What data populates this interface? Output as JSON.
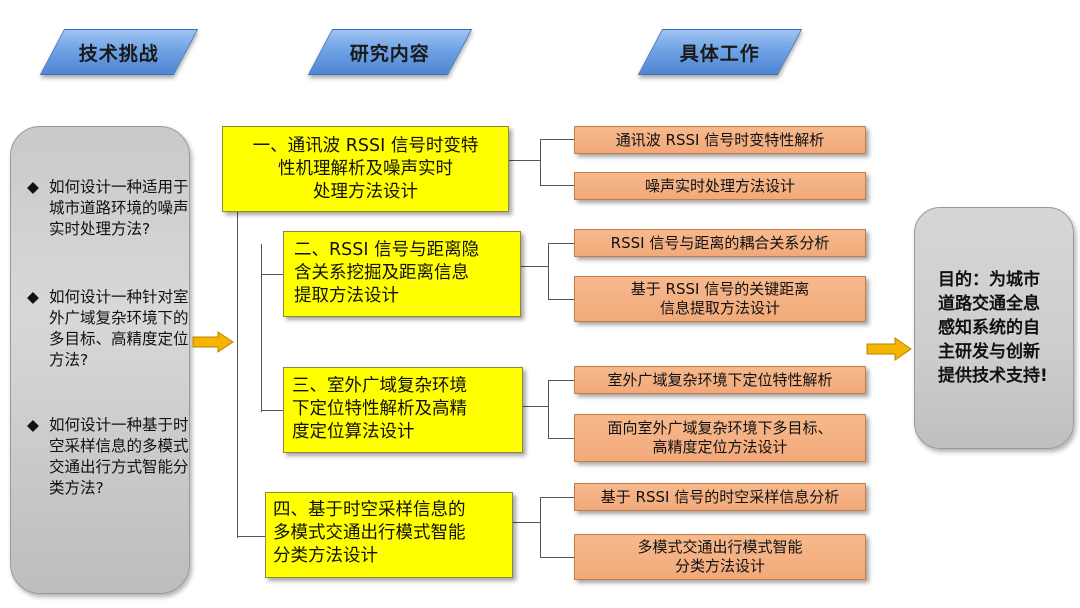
{
  "headers": {
    "challenges": "技术挑战",
    "research": "研究内容",
    "work": "具体工作"
  },
  "challenges": [
    {
      "bullet": "◆",
      "text": "如何设计一种适用于城市道路环境的噪声实时处理方法?"
    },
    {
      "bullet": "◆",
      "text": "如何设计一种针对室外广域复杂环境下的多目标、高精度定位方法?"
    },
    {
      "bullet": "◆",
      "text": "如何设计一种基于时空采样信息的多模式交通出行方式智能分类方法?"
    }
  ],
  "research": [
    {
      "line1": "一、通讯波 RSSI 信号时变特",
      "line2": "性机理解析及噪声实时",
      "line3": "处理方法设计"
    },
    {
      "line1": "二、RSSI 信号与距离隐",
      "line2": "含关系挖掘及距离信息",
      "line3": "提取方法设计"
    },
    {
      "line1": "三、室外广域复杂环境",
      "line2": "下定位特性解析及高精",
      "line3": "度定位算法设计"
    },
    {
      "line1": "四、基于时空采样信息的",
      "line2": "多模式交通出行模式智能",
      "line3": "分类方法设计"
    }
  ],
  "work": [
    {
      "line1": "通讯波 RSSI 信号时变特性解析",
      "line2": ""
    },
    {
      "line1": "噪声实时处理方法设计",
      "line2": ""
    },
    {
      "line1": "RSSI 信号与距离的耦合关系分析",
      "line2": ""
    },
    {
      "line1": "基于 RSSI 信号的关键距离",
      "line2": "信息提取方法设计"
    },
    {
      "line1": "室外广域复杂环境下定位特性解析",
      "line2": ""
    },
    {
      "line1": "面向室外广域复杂环境下多目标、",
      "line2": "高精度定位方法设计"
    },
    {
      "line1": "基于 RSSI 信号的时空采样信息分析",
      "line2": ""
    },
    {
      "line1": "多模式交通出行模式智能",
      "line2": "分类方法设计"
    }
  ],
  "goal": {
    "line1": "目的：为城市",
    "line2": "道路交通全息",
    "line3": "感知系统的自",
    "line4": "主研发与创新",
    "line5": "提供技术支持!"
  },
  "colors": {
    "banner": "#6fa3e6",
    "research_box": "#ffff00",
    "work_box": "#f2a97a",
    "panel_grey": "#cdcdcd",
    "arrow": "#f5b400"
  },
  "icons": {
    "left_arrow": "right-arrow-icon",
    "right_arrow": "right-arrow-icon"
  }
}
